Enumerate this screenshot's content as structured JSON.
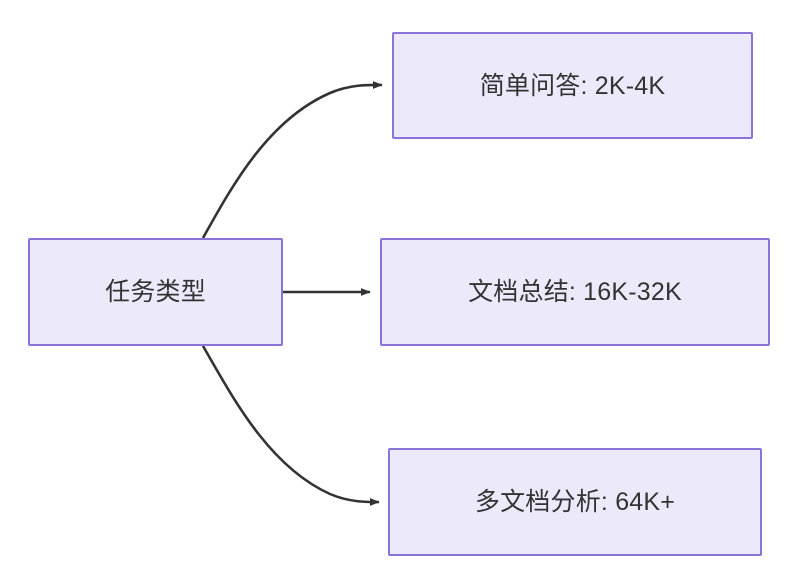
{
  "diagram": {
    "type": "flowchart",
    "direction": "left-to-right",
    "background_color": "#ffffff",
    "node_fill_color": "#ECEAFA",
    "node_border_color": "#8B73D9",
    "node_text_color": "#333333",
    "edge_color": "#333333",
    "source_node": {
      "id": "task-type",
      "label": "任务类型"
    },
    "target_nodes": [
      {
        "id": "simple-qa",
        "label": "简单问答: 2K-4K"
      },
      {
        "id": "doc-summary",
        "label": "文档总结: 16K-32K"
      },
      {
        "id": "multi-doc-analysis",
        "label": "多文档分析: 64K+"
      }
    ],
    "edges": [
      {
        "id": "edge-to-simple-qa",
        "from": "task-type",
        "to": "simple-qa",
        "style": "curved",
        "arrowhead": "filled-triangle"
      },
      {
        "id": "edge-to-doc-summary",
        "from": "task-type",
        "to": "doc-summary",
        "style": "straight",
        "arrowhead": "filled-triangle"
      },
      {
        "id": "edge-to-multi-doc-analysis",
        "from": "task-type",
        "to": "multi-doc-analysis",
        "style": "curved",
        "arrowhead": "filled-triangle"
      }
    ]
  }
}
